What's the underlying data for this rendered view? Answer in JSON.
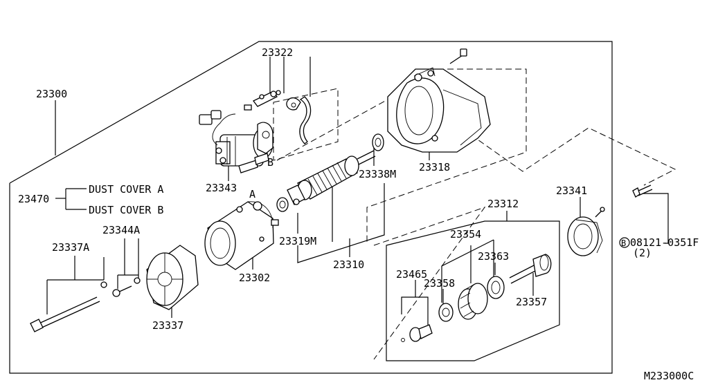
{
  "callouts": {
    "c23300": "23300",
    "c23322": "23322",
    "c23343": "23343",
    "c23318": "23318",
    "c23338M": "23338M",
    "c23470": "23470",
    "dust_cover_a": "DUST COVER A",
    "dust_cover_b": "DUST COVER B",
    "c23344A": "23344A",
    "c23337A": "23337A",
    "c23319M": "23319M",
    "c23302": "23302",
    "c23310": "23310",
    "c23337": "23337",
    "c23341": "23341",
    "c23312": "23312",
    "c23354": "23354",
    "c23363": "23363",
    "c23465": "23465",
    "c23358": "23358",
    "c23357": "23357",
    "bolt_number": "08121-0351F",
    "bolt_qty": "(2)",
    "bolt_marker": "B",
    "mark_a": "A",
    "mark_b": "B",
    "diagram_code": "M233000C"
  }
}
